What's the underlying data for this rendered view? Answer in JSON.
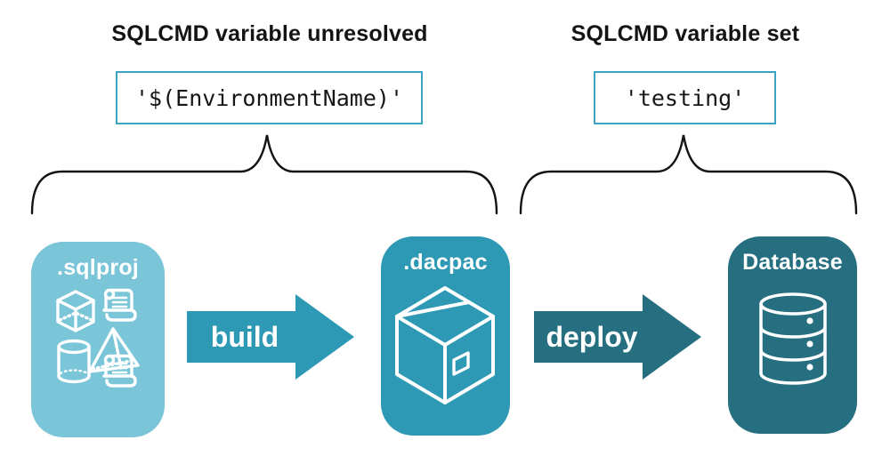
{
  "colors": {
    "light_teal": "#7bc5d9",
    "teal": "#2e99b4",
    "dark_teal": "#256f80",
    "box_border": "#3ba4c2",
    "ink": "#141414"
  },
  "left_annotation": {
    "heading": "SQLCMD variable unresolved",
    "code": "'$(EnvironmentName)'"
  },
  "right_annotation": {
    "heading": "SQLCMD variable set",
    "code": "'testing'"
  },
  "nodes": {
    "sqlproj": {
      "label": ".sqlproj",
      "icon": "sql-objects-icon"
    },
    "dacpac": {
      "label": ".dacpac",
      "icon": "package-icon"
    },
    "database": {
      "label": "Database",
      "icon": "database-icon"
    }
  },
  "arrows": {
    "build": {
      "label": "build"
    },
    "deploy": {
      "label": "deploy"
    }
  }
}
